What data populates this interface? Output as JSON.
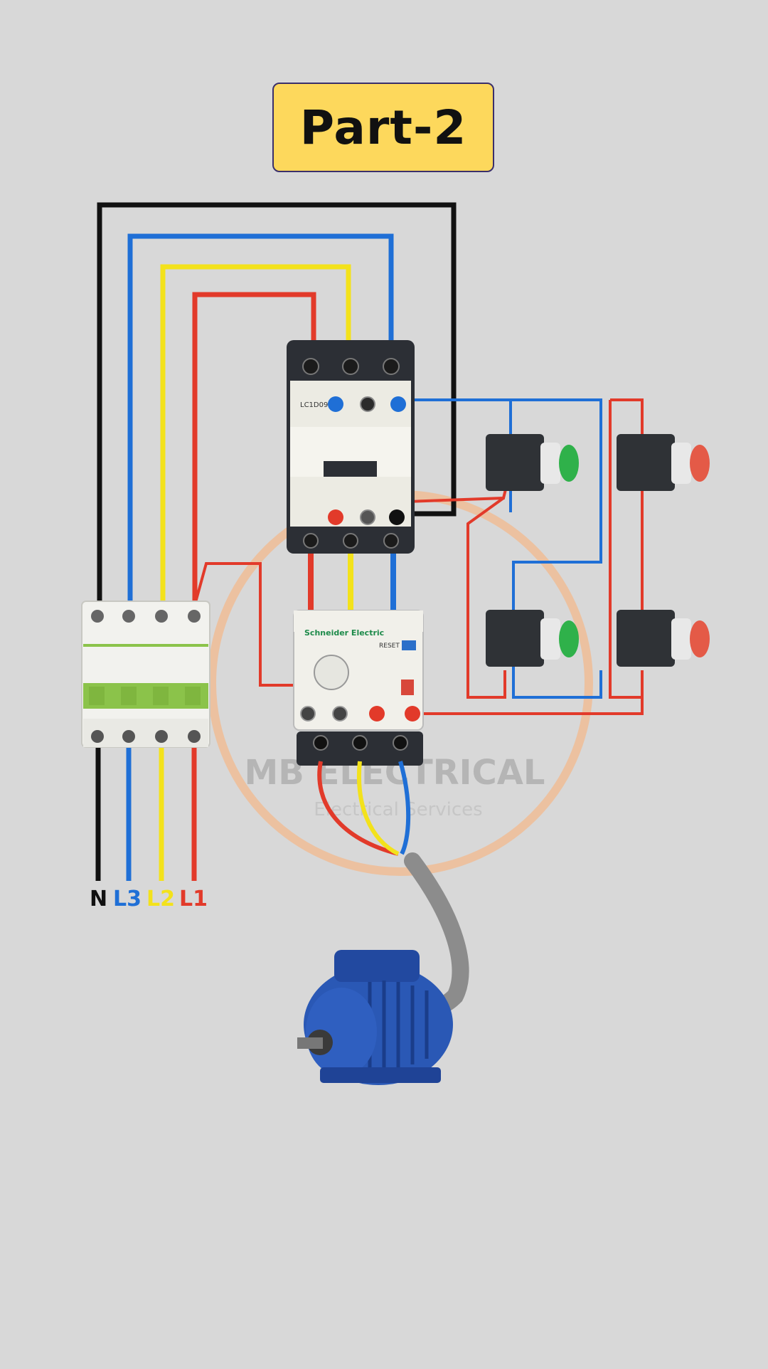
{
  "title": "Part-2",
  "phase_labels": [
    {
      "text": "N",
      "color": "#111111"
    },
    {
      "text": "L3",
      "color": "#1f6fd6"
    },
    {
      "text": "L2",
      "color": "#f3e21b"
    },
    {
      "text": "L1",
      "color": "#e23a2a"
    }
  ],
  "devices": {
    "contactor_brand": "LC1D09",
    "overload_brand": "Schneider Electric",
    "overload_reset": "RESET"
  },
  "watermark": {
    "main": "MB ELECTRICAL",
    "sub": "Electrical Services"
  },
  "colors": {
    "background": "#d8d8d8",
    "badge": "#fdd85c",
    "wire_black": "#111111",
    "wire_blue": "#1f6fd6",
    "wire_yellow": "#f3e21b",
    "wire_red": "#e23a2a",
    "motor": "#2a58b5",
    "breaker_lever": "#8bc34a"
  }
}
